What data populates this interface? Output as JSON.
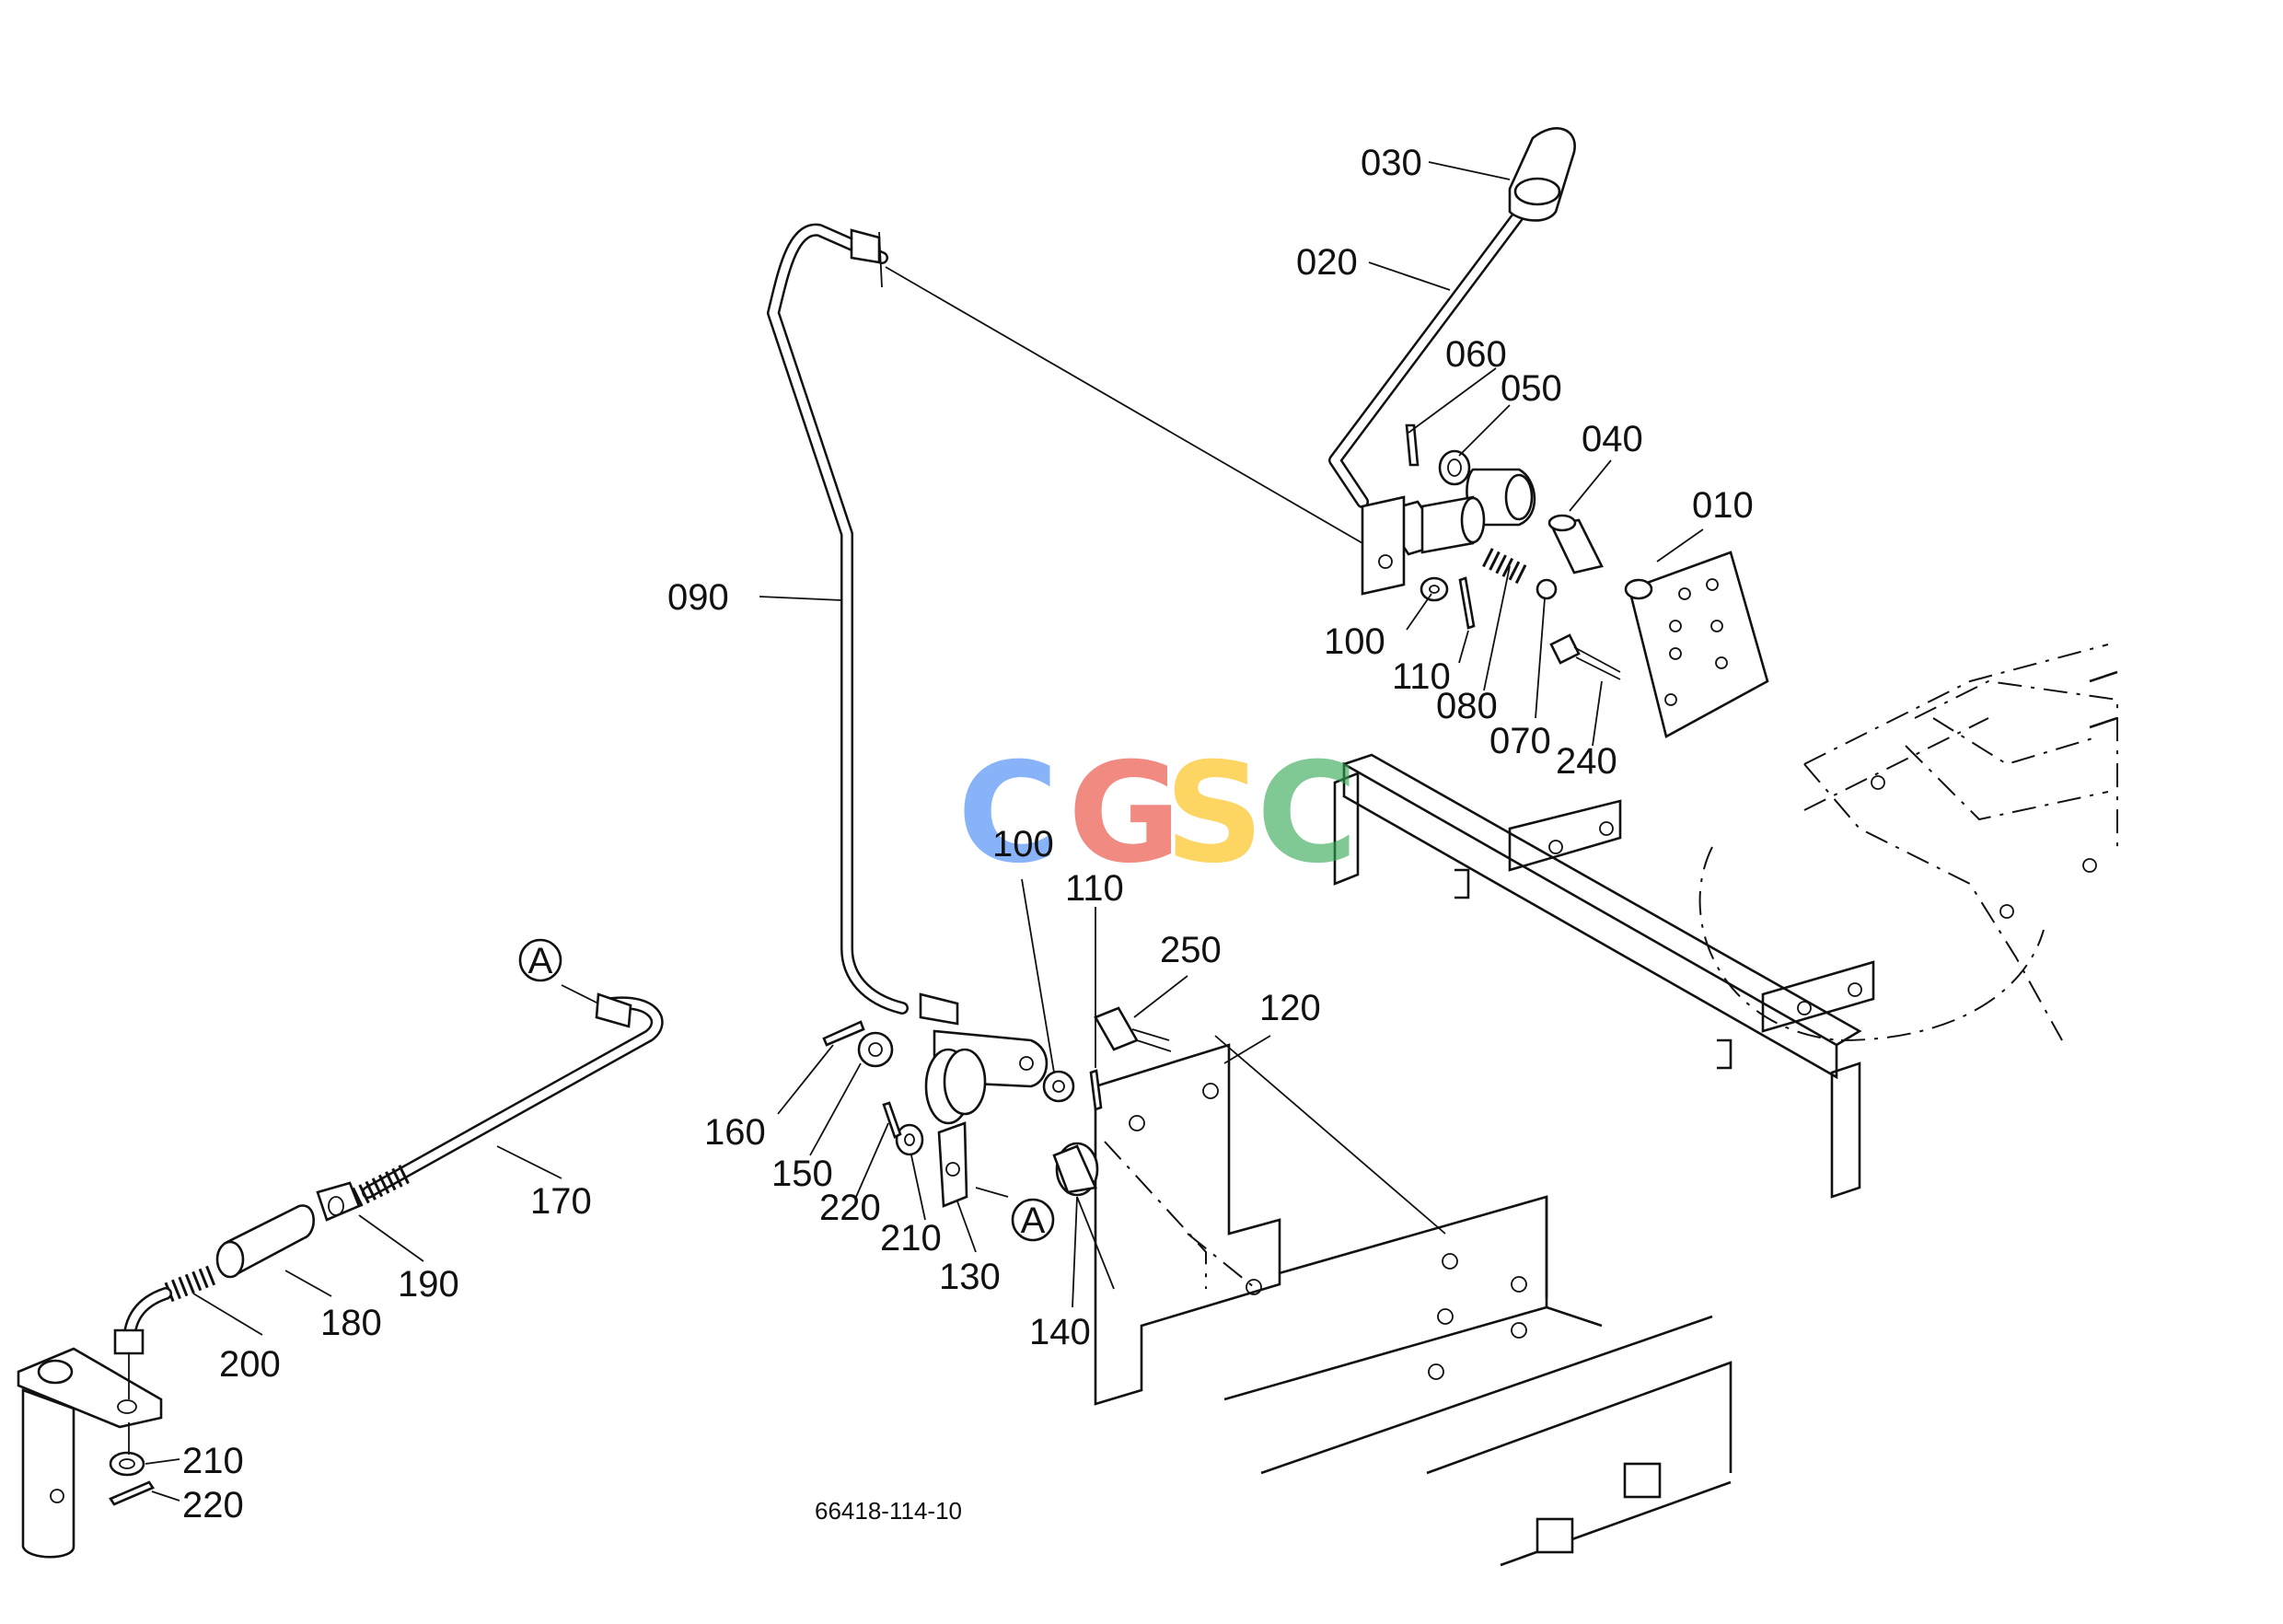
{
  "diagram": {
    "drawing_number": "66418-114-10",
    "watermark": {
      "letters": [
        "C",
        "G",
        "S",
        "C"
      ],
      "colors": [
        "#4285F4",
        "#EA4335",
        "#FBBC05",
        "#34A853"
      ]
    },
    "callout_marker": "A",
    "part_labels": [
      "010",
      "020",
      "030",
      "040",
      "050",
      "060",
      "070",
      "080",
      "090",
      "100",
      "110",
      "240",
      "100",
      "110",
      "250",
      "120",
      "160",
      "150",
      "220",
      "210",
      "130",
      "140",
      "170",
      "190",
      "180",
      "200",
      "210",
      "220"
    ]
  }
}
